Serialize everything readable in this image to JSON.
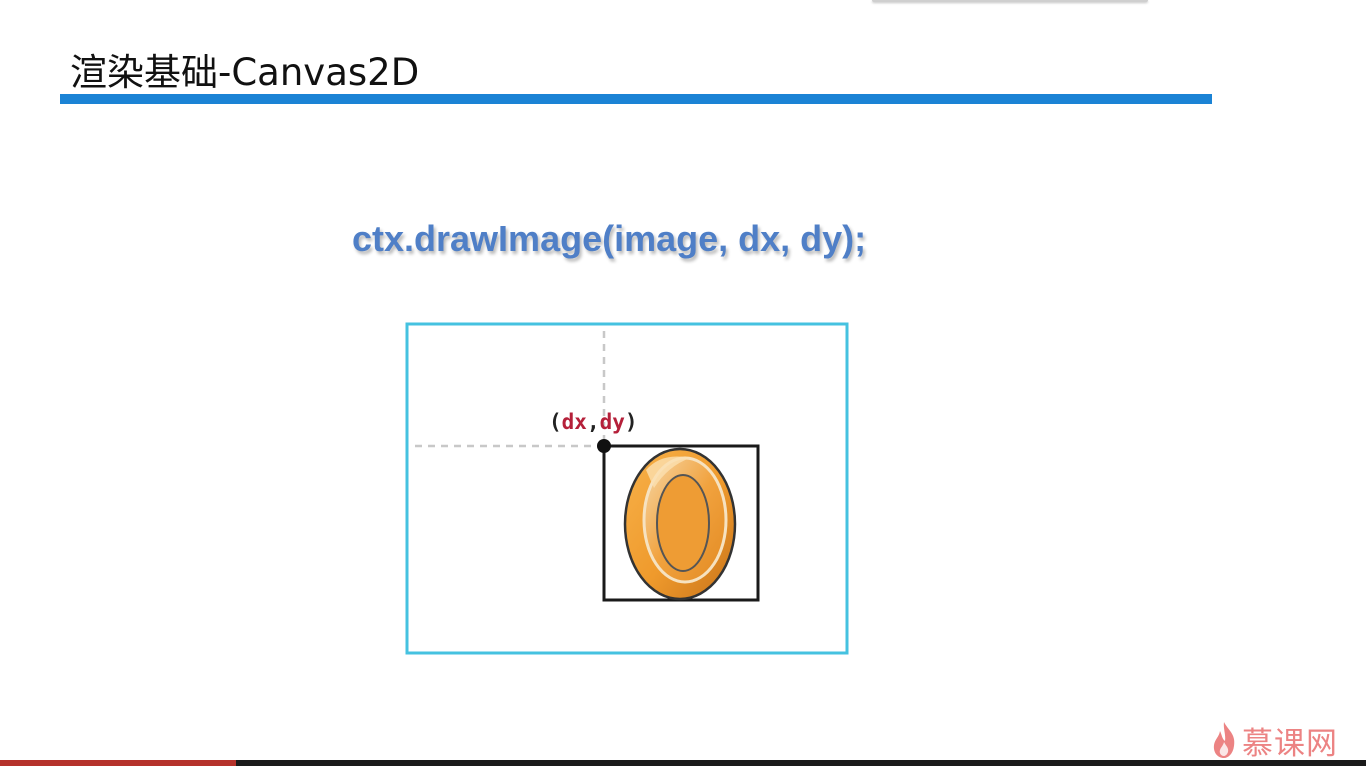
{
  "slide": {
    "title": "渲染基础-Canvas2D",
    "code": "ctx.drawImage(image, dx, dy);"
  },
  "diagram": {
    "paren_open": "(",
    "dx": "dx",
    "comma": ",",
    "dy": "dy",
    "paren_close": ")"
  },
  "brand": {
    "name": "慕课网"
  },
  "colors": {
    "title_rule": "#1b83d5",
    "code_text": "#4f7fc7",
    "canvas_border": "#45c2e0",
    "coordinate_text": "#b5203a",
    "coin_orange": "#ef9a2c",
    "logo": "#e65a5a"
  },
  "icons": {
    "coin": "coin-icon",
    "logo": "flame-logo-icon"
  }
}
